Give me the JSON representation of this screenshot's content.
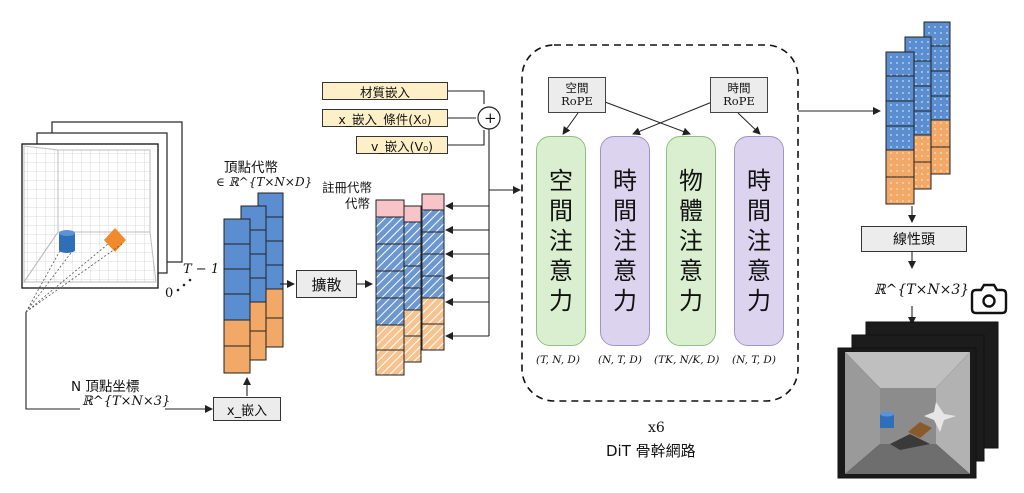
{
  "input": {
    "frame_label_t": "T − 1",
    "frame_label_0": "0",
    "coords_label": "N 頂點坐標",
    "coords_dim": "ℝ^{T×N×3}",
    "embed_box": "x_嵌入"
  },
  "vertex_tokens": {
    "label": "頂點代幣",
    "dim": "∈ ℝ^{T×N×D}"
  },
  "diffuse_box": "擴散",
  "conditions": {
    "material": "材質嵌入",
    "x_cond": "x_嵌入_條件(X₀)",
    "v_embed": "v_嵌入(V₀)",
    "plus": "+"
  },
  "register_tokens": {
    "line1": "註冊代幣",
    "line2": "代幣"
  },
  "dit": {
    "rope_left": [
      "空間",
      "RoPE"
    ],
    "rope_right": [
      "時間",
      "RoPE"
    ],
    "blocks": [
      {
        "chars": [
          "空",
          "間",
          "注",
          "意",
          "力"
        ],
        "shape": "(T, N, D)",
        "color": "green"
      },
      {
        "chars": [
          "時",
          "間",
          "注",
          "意",
          "力"
        ],
        "shape": "(N, T, D)",
        "color": "purple"
      },
      {
        "chars": [
          "物",
          "體",
          "注",
          "意",
          "力"
        ],
        "shape": "(TK, N/K, D)",
        "color": "green"
      },
      {
        "chars": [
          "時",
          "間",
          "注",
          "意",
          "力"
        ],
        "shape": "(N, T, D)",
        "color": "purple"
      }
    ],
    "repeat": "x6",
    "caption": "DiT 骨幹網路"
  },
  "output": {
    "linear_head": "線性頭",
    "dim": "ℝ^{T×N×3}"
  },
  "colors": {
    "blue": "#5b8ed0",
    "orange": "#f2a867",
    "input_yellow": "#fdf0c8",
    "register_pink": "#f7c4ca",
    "attn_green": "#d9efcf",
    "attn_purple": "#dcd3ee"
  }
}
